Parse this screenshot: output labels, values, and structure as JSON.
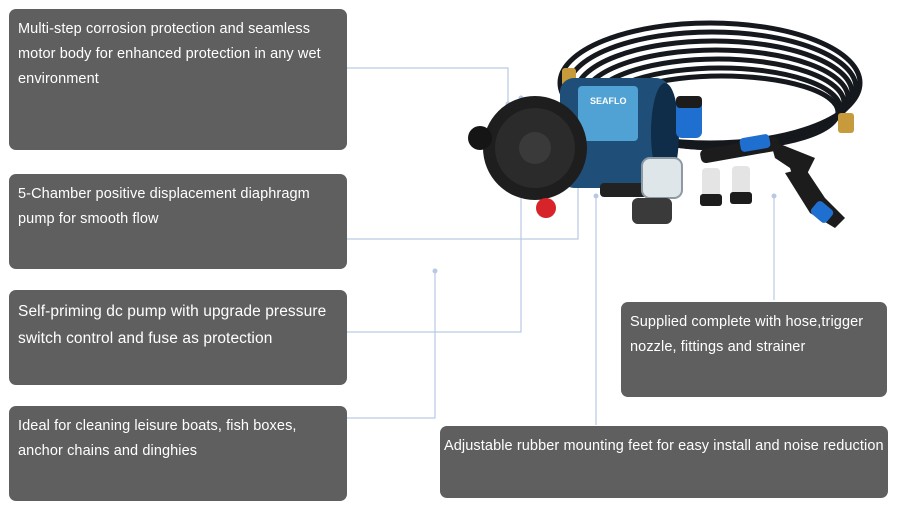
{
  "features": {
    "corrosion": "Multi-step corrosion protection and seamless motor body for enhanced protection in any wet environment",
    "chamber": "5-Chamber positive displacement diaphragm pump for smooth flow",
    "self_priming": "Self-priming dc pump with upgrade pressure switch control and fuse as protection",
    "ideal_for": "Ideal for cleaning leisure boats, fish boxes, anchor chains and dinghies",
    "supplied": "Supplied complete with hose,trigger nozzle, fittings and strainer",
    "mounting": "Adjustable rubber mounting feet for easy install and noise reduction"
  },
  "product": {
    "brand_label": "SEAFLO",
    "icon": "diaphragm-pump-kit-image"
  },
  "colors": {
    "card_bg": "#5f5f5f",
    "card_text": "#ffffff",
    "connector": "#b9c9e4",
    "pump_body": "#1f4f78",
    "hose": "#15181c",
    "accent_blue": "#1f6fd1",
    "accent_red": "#d6242a"
  }
}
